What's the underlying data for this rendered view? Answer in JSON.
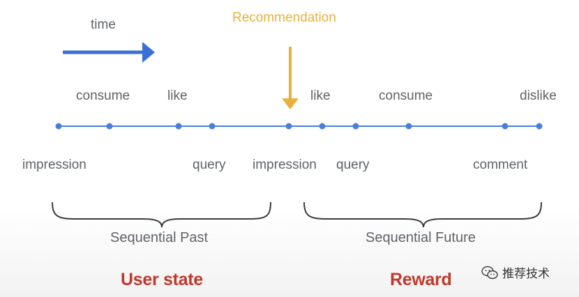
{
  "top_labels": {
    "time": "time",
    "recommendation": "Recommendation"
  },
  "events_above": [
    "consume",
    "like",
    "like",
    "consume",
    "dislike"
  ],
  "events_below": [
    "impression",
    "query",
    "impression",
    "query",
    "comment"
  ],
  "braces": {
    "past": "Sequential Past",
    "future": "Sequential Future"
  },
  "bottom": {
    "user_state": "User state",
    "reward": "Reward"
  },
  "colors": {
    "timeline": "#4a7fd8",
    "time_arrow": "#3a6fd6",
    "recommendation": "#e8b13f",
    "emphasis": "#c0392b",
    "text": "#5f6368"
  },
  "watermark": {
    "icon": "wechat-icon",
    "text": "推荐技术"
  }
}
